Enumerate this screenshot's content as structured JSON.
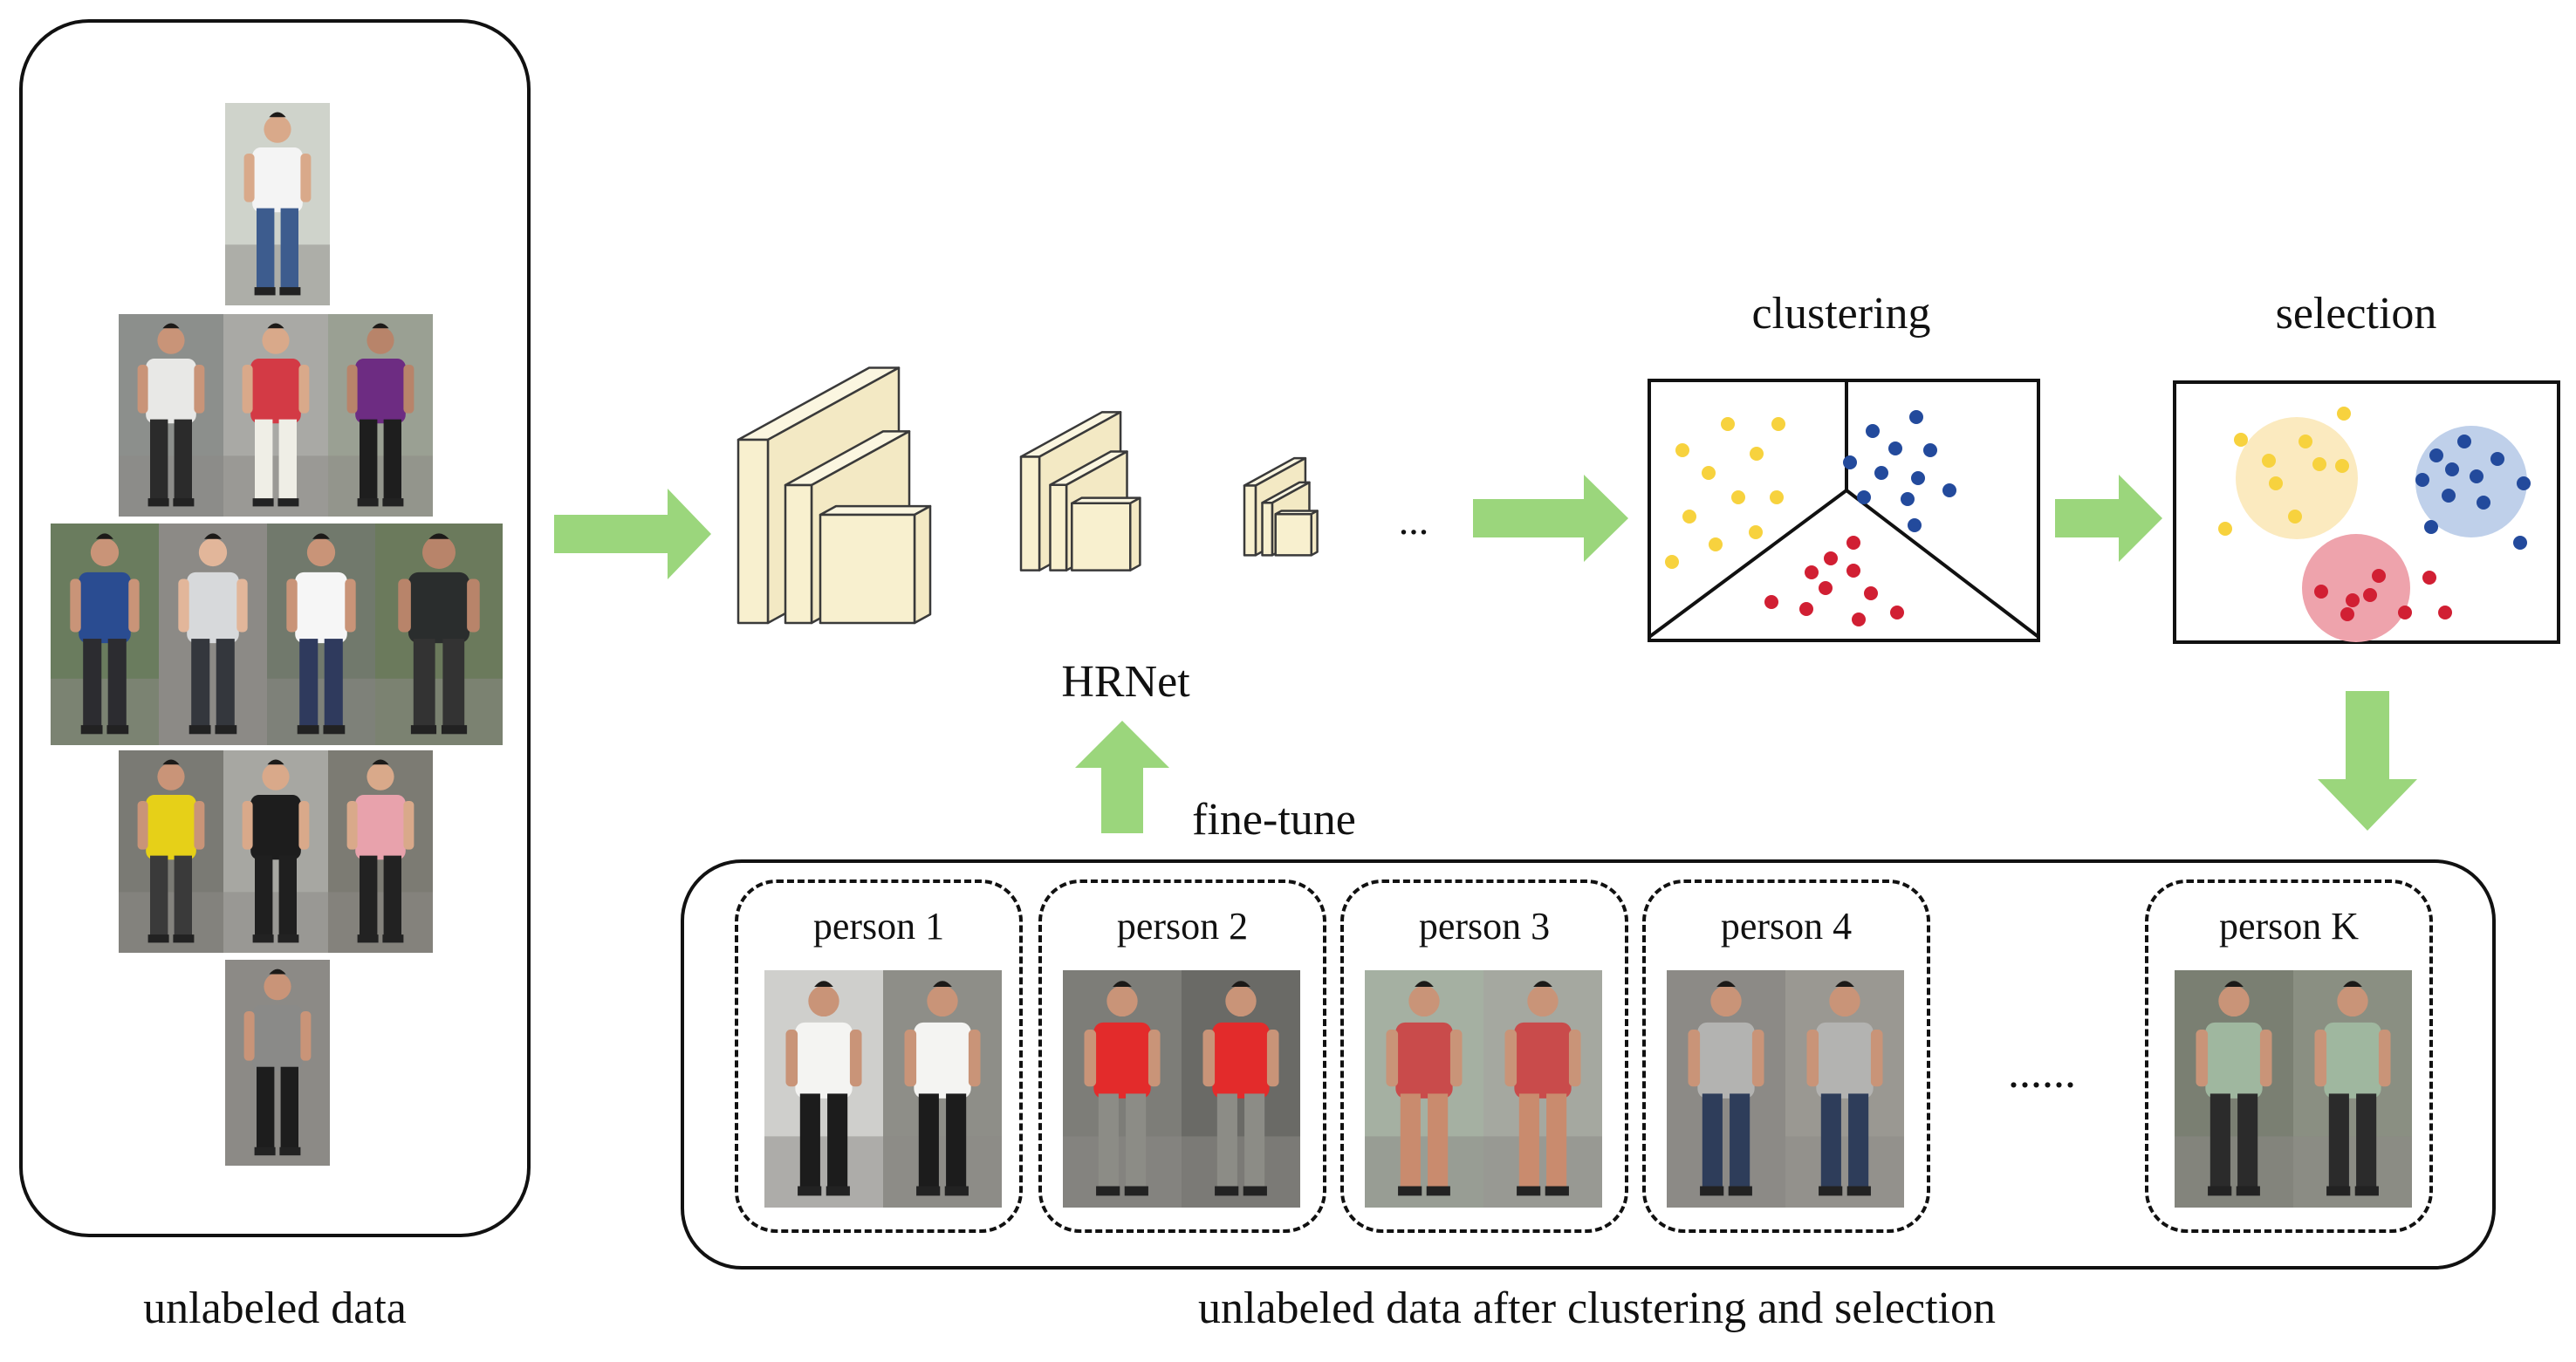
{
  "labels": {
    "unlabeled": "unlabeled data",
    "hrnet": "HRNet",
    "ellipsis_net": "...",
    "clustering": "clustering",
    "selection": "selection",
    "finetune": "fine-tune",
    "bottom": "unlabeled data after clustering and selection",
    "more_persons": "......"
  },
  "persons": [
    {
      "label": "person 1"
    },
    {
      "label": "person 2"
    },
    {
      "label": "person 3"
    },
    {
      "label": "person 4"
    },
    {
      "label": "person K"
    }
  ],
  "colors": {
    "arrow": "#9bd67c",
    "cube": "#f8f0cf",
    "yellow": "#f7d23e",
    "blue": "#234a9c",
    "red": "#d11f33",
    "yellow_halo": "#fbeabf",
    "blue_halo": "#bfd0ea",
    "red_halo": "#eea3ac"
  },
  "icons": [
    "pedestrian-photo",
    "cube-layer",
    "flow-arrow",
    "scatter-dot"
  ]
}
